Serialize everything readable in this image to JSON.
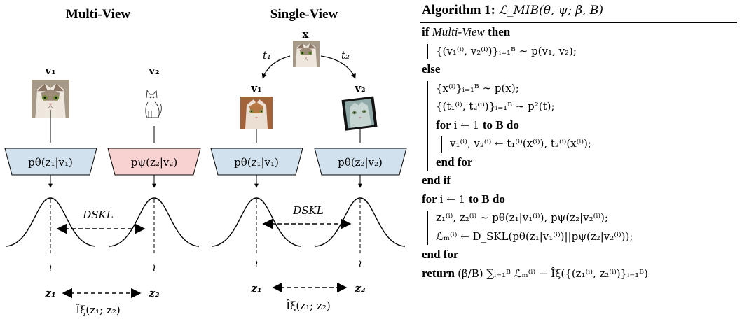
{
  "figure": {
    "multi_view": {
      "title": "Multi-View",
      "view1_label": "v₁",
      "view2_label": "v₂",
      "encoder1": "pθ(z₁|v₁)",
      "encoder2": "pψ(z₂|v₂)",
      "divergence": "DSKL",
      "sample1": "z₁",
      "sample2": "z₂",
      "mi_estimator": "Îξ(z₁; z₂)",
      "sim_symbol": "≀"
    },
    "single_view": {
      "title": "Single-View",
      "input_label": "x",
      "aug1": "t₁",
      "aug2": "t₂",
      "view1_label": "v₁",
      "view2_label": "v₂",
      "encoder1": "pθ(z₁|v₁)",
      "encoder2": "pθ(z₂|v₂)",
      "divergence": "DSKL",
      "sample1": "z₁",
      "sample2": "z₂",
      "mi_estimator": "Îξ(z₁; z₂)",
      "sim_symbol": "≀"
    },
    "colors": {
      "encoder_blue": "#d1e1ee",
      "encoder_pink": "#f8d1d1",
      "fur_orange": "#c9905a",
      "fur_grey": "#b8aea4"
    }
  },
  "algorithm": {
    "title_prefix": "Algorithm 1: ",
    "title_math": "ℒ_MIB(θ, ψ; β, B)",
    "lines": [
      {
        "indent": 0,
        "kw_a": "if ",
        "text": "",
        "it": "Multi-View",
        "kw_b": " then"
      },
      {
        "indent": 1,
        "kw_a": "",
        "text": "{(v₁⁽ⁱ⁾, v₂⁽ⁱ⁾)}ᵢ₌₁ᴮ ∼ p(v₁, v₂);",
        "it": "",
        "kw_b": ""
      },
      {
        "indent": 0,
        "kw_a": "else",
        "text": "",
        "it": "",
        "kw_b": ""
      },
      {
        "indent": 1,
        "kw_a": "",
        "text": "{x⁽ⁱ⁾}ᵢ₌₁ᴮ ∼ p(x);",
        "it": "",
        "kw_b": ""
      },
      {
        "indent": 1,
        "kw_a": "",
        "text": "{(t₁⁽ⁱ⁾, t₂⁽ⁱ⁾)}ᵢ₌₁ᴮ ∼ p²(t);",
        "it": "",
        "kw_b": ""
      },
      {
        "indent": 1,
        "kw_a": "for ",
        "text": "i ← 1 ",
        "it": "",
        "kw_b": "to B do"
      },
      {
        "indent": 2,
        "kw_a": "",
        "text": "v₁⁽ⁱ⁾, v₂⁽ⁱ⁾ ← t₁⁽ⁱ⁾(x⁽ⁱ⁾), t₂⁽ⁱ⁾(x⁽ⁱ⁾);",
        "it": "",
        "kw_b": ""
      },
      {
        "indent": 1,
        "kw_a": "end for",
        "text": "",
        "it": "",
        "kw_b": ""
      },
      {
        "indent": 0,
        "kw_a": "end if",
        "text": "",
        "it": "",
        "kw_b": ""
      },
      {
        "indent": 0,
        "kw_a": "for ",
        "text": "i ← 1 ",
        "it": "",
        "kw_b": "to B do"
      },
      {
        "indent": 1,
        "kw_a": "",
        "text": "z₁⁽ⁱ⁾, z₂⁽ⁱ⁾ ∼ pθ(z₁|v₁⁽ⁱ⁾), pψ(z₂|v₂⁽ⁱ⁾);",
        "it": "",
        "kw_b": ""
      },
      {
        "indent": 1,
        "kw_a": "",
        "text": "ℒₘ⁽ⁱ⁾ ← D_SKL(pθ(z₁|v₁⁽ⁱ⁾)||pψ(z₂|v₂⁽ⁱ⁾));",
        "it": "",
        "kw_b": ""
      },
      {
        "indent": 0,
        "kw_a": "end for",
        "text": "",
        "it": "",
        "kw_b": ""
      },
      {
        "indent": 0,
        "kw_a": "return ",
        "text": "(β/B) ∑ᵢ₌₁ᴮ ℒₘ⁽ⁱ⁾ − Îξ({(z₁⁽ⁱ⁾, z₂⁽ⁱ⁾)}ᵢ₌₁ᴮ)",
        "it": "",
        "kw_b": ""
      }
    ]
  }
}
